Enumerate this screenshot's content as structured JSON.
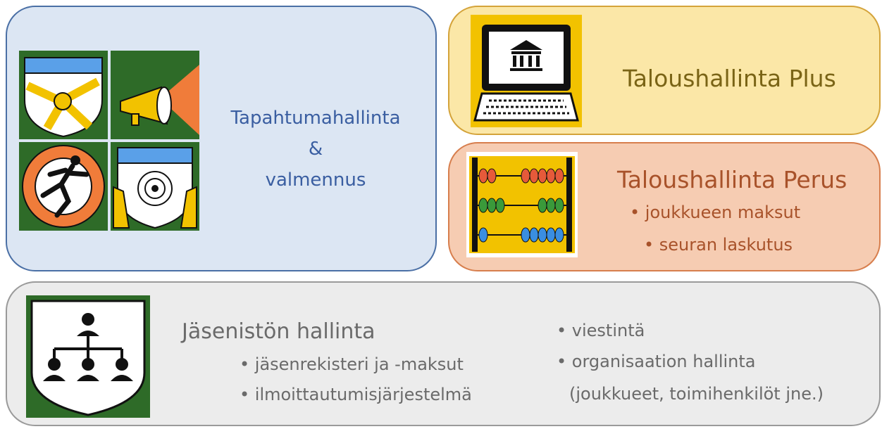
{
  "events": {
    "title_line1": "Tapahtumahallinta",
    "title_line2": "&",
    "title_line3": "valmennus",
    "icons": [
      "handshake-shield-icon",
      "megaphone-icon",
      "runner-icon",
      "target-icon"
    ]
  },
  "finance_plus": {
    "title": "Taloushallinta Plus",
    "icon": "laptop-bank-icon"
  },
  "finance_basic": {
    "title": "Taloushallinta Perus",
    "bullet1": "• joukkueen maksut",
    "bullet2": "• seuran laskutus",
    "icon": "abacus-icon"
  },
  "members": {
    "title": "Jäsenistön hallinta",
    "bullet1": "• jäsenrekisteri  ja -maksut",
    "bullet2": "• ilmoittautumisjärjestelmä",
    "bullet3": "• viestintä",
    "bullet4": "• organisaation hallinta",
    "bullet5": "(joukkueet, toimihenkilöt  jne.)",
    "icon": "org-chart-shield-icon"
  },
  "colors": {
    "events_bg": "#dce6f3",
    "plus_bg": "#fbe7a7",
    "perus_bg": "#f6ccb2",
    "members_bg": "#ececec",
    "icon_green": "#2e6b28",
    "icon_orange": "#f07c3a",
    "icon_blue": "#5aa0e8",
    "icon_yellow": "#f2c200"
  }
}
